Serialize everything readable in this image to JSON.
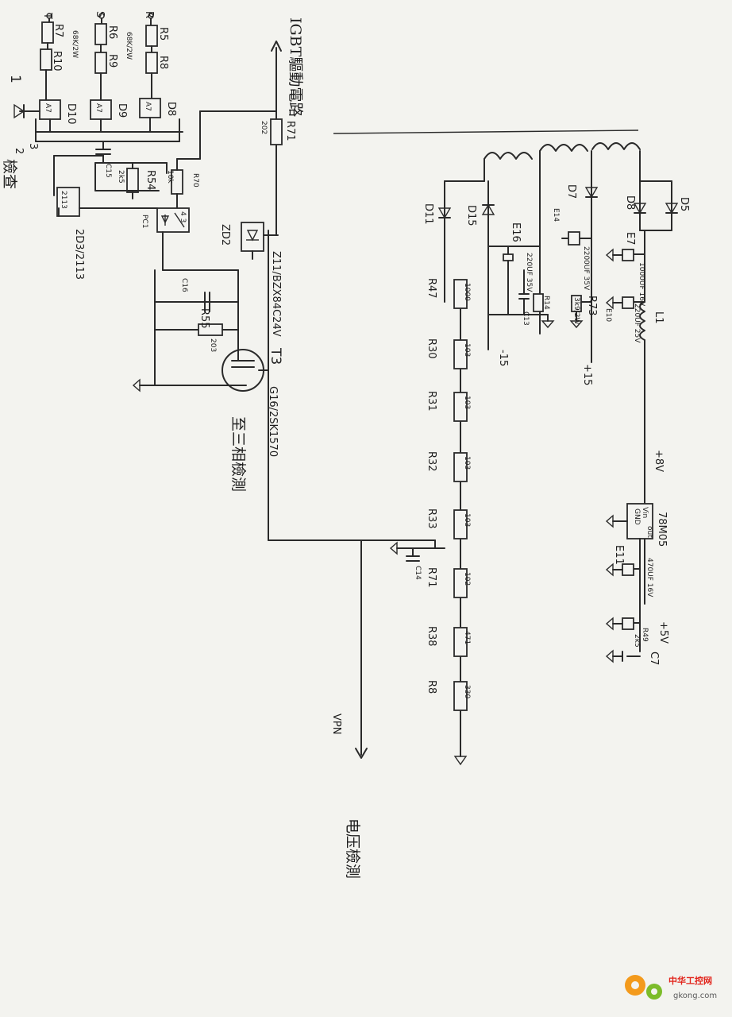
{
  "left_block": {
    "pins": [
      "T",
      "S",
      "R"
    ],
    "resistors_top": [
      "R7",
      "R6",
      "R5"
    ],
    "resistors_bottom": [
      "R10",
      "R9",
      "R8"
    ],
    "value_text": [
      "68K/2W",
      "68K/2W"
    ],
    "optos": [
      "A7",
      "A7",
      "A7"
    ],
    "diodes": [
      "D10",
      "D9",
      "D8"
    ],
    "num_1": "1",
    "num_3": "3",
    "num_2": "2",
    "side_note": "檢查",
    "cap_c15": "C15",
    "r54": "R54",
    "r54_val": "2k5",
    "r70": "R70",
    "r70_val": "10k",
    "reg_ic": "2113",
    "pc1": "PC1",
    "pc1_pins": "4 3",
    "reg_note": "2D3/2113",
    "c16": "C16",
    "r55": "R55",
    "r55_val": "203",
    "t3": "T3",
    "t3_note": "G16/2SK1570",
    "sanxiang": "至三相檢測",
    "zd2": "ZD2",
    "zd2_note": "Z11/BZX84C24V",
    "r71": "R71",
    "r71_val": "202",
    "top_note": "IGBT驅動電路",
    "vpn": "VPN",
    "dianya": "电压檢測"
  },
  "right_block": {
    "d11": "D11",
    "d15": "D15",
    "d7": "D7",
    "d8": "D8",
    "d5": "D5",
    "e16": "E16",
    "e14": "E14",
    "e7": "E7",
    "e15_val": "220UF 35V",
    "e14_val": "2200UF 35V",
    "e7_val": "1000UF 16V",
    "c13": "C13",
    "r14": "R14",
    "r73": "R73",
    "r73_val": "3k9/2W",
    "e10": "E10",
    "e10_val": "220UF 25V",
    "l1": "L1",
    "minus15": "-15",
    "plus15": "+15",
    "plus8": "+8V",
    "reg_name": "78M05",
    "reg_pins": [
      "Vin",
      "GND",
      "out"
    ],
    "e11": "E11",
    "e11_val": "470UF 16V",
    "plus5": "+5V",
    "r49": "R49",
    "r49_val": "2k5",
    "c7": "C7",
    "c14": "C14"
  },
  "chain": [
    {
      "name": "R47",
      "value": "1000"
    },
    {
      "name": "R30",
      "value": "103"
    },
    {
      "name": "R31",
      "value": "103"
    },
    {
      "name": "R32",
      "value": "103"
    },
    {
      "name": "R33",
      "value": "103"
    },
    {
      "name": "R71",
      "value": "102"
    },
    {
      "name": "R38",
      "value": "471"
    },
    {
      "name": "R8",
      "value": "330"
    }
  ],
  "watermark": {
    "name": "中华工控网",
    "url": "gkong.com"
  }
}
